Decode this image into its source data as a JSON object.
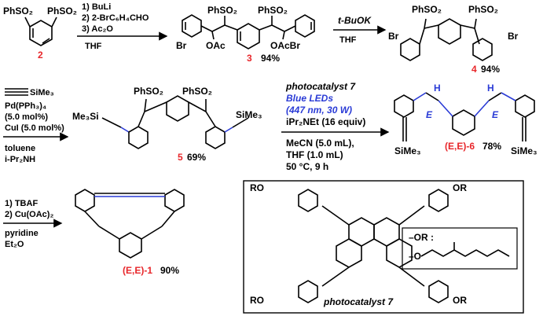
{
  "step1": {
    "reagents": [
      "1) BuLi",
      "2) 2-BrC₆H₄CHO",
      "3) Ac₂O"
    ],
    "solvent": "THF",
    "sm_number": "2",
    "sm_groups": [
      "PhSO₂",
      "PhSO₂"
    ]
  },
  "cmpd3": {
    "number": "3",
    "yield": "94%",
    "groups": [
      "PhSO₂",
      "PhSO₂",
      "Br",
      "OAc",
      "OAcBr"
    ]
  },
  "step2": {
    "reagent": "t-BuOK",
    "solvent": "THF"
  },
  "cmpd4": {
    "number": "4",
    "yield": "94%",
    "groups": [
      "PhSO₂",
      "PhSO₂",
      "Br",
      "Br"
    ]
  },
  "step3": {
    "alkyne": "SiMe₃",
    "reagents": [
      "Pd(PPh₃)₄",
      "(5.0 mol%)",
      "CuI (5.0 mol%)"
    ],
    "solvents": [
      "toluene",
      "i-Pr₂NH"
    ]
  },
  "cmpd5": {
    "number": "5",
    "yield": "69%",
    "groups": [
      "PhSO₂",
      "PhSO₂",
      "Me₃Si",
      "SiMe₃"
    ]
  },
  "step4": {
    "catalyst": "photocatalyst 7",
    "light": "Blue LEDs",
    "light_detail": "(447 nm, 30 W)",
    "base": "iPr₂NEt (16 equiv)",
    "conditions": [
      "MeCN (5.0 mL),",
      "THF (1.0 mL)",
      "50 °C, 9 h"
    ]
  },
  "cmpd6": {
    "label": "(E,E)-6",
    "yield": "78%",
    "h_labels": [
      "H",
      "H"
    ],
    "e_labels": [
      "E",
      "E"
    ],
    "groups": [
      "SiMe₃",
      "SiMe₃"
    ]
  },
  "step5": {
    "reagents": [
      "1) TBAF",
      "2) Cu(OAc)₂"
    ],
    "solvents": [
      "pyridine",
      "Et₂O"
    ]
  },
  "cmpd1": {
    "label": "(E,E)-1",
    "yield": "90%"
  },
  "box": {
    "caption": "photocatalyst 7",
    "or_groups": [
      "RO",
      "OR",
      "RO",
      "OR"
    ],
    "legend": [
      "–OR :",
      "–O"
    ]
  },
  "colors": {
    "accent_red": "#e8262a",
    "accent_blue": "#2a3bd6"
  }
}
